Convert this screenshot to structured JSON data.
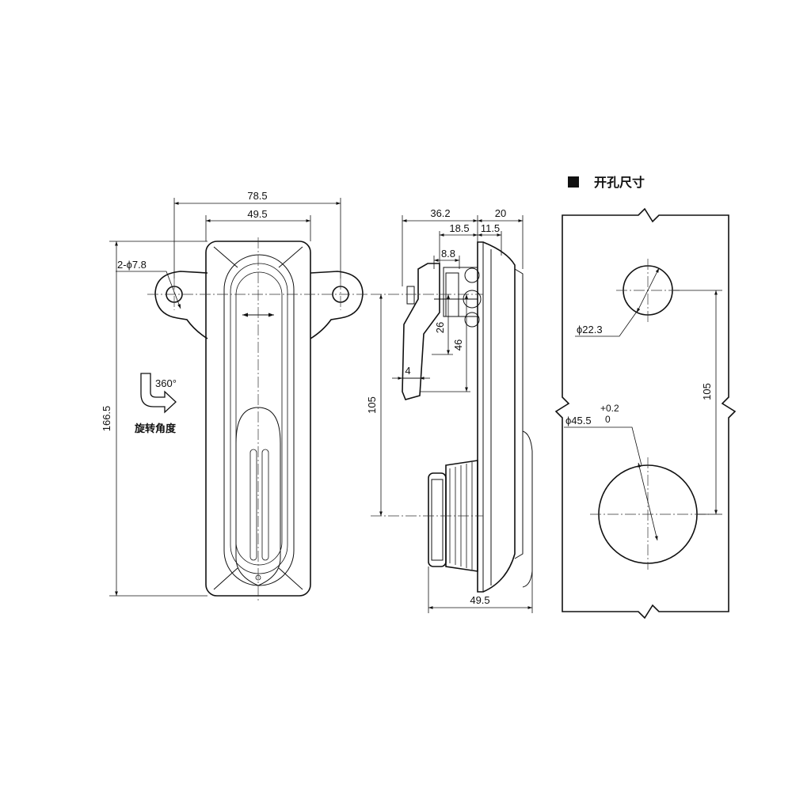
{
  "section_title": "开孔尺寸",
  "front_view": {
    "dim_overall_width": "78.5",
    "dim_body_width": "49.5",
    "dim_mount_holes": "2-ϕ7.8",
    "dim_height": "166.5",
    "rotation_angle": "360°",
    "rotation_label": "旋转角度"
  },
  "side_view": {
    "dim_depth": "36.2",
    "dim_flange": "20",
    "dim_18_5": "18.5",
    "dim_11_5": "11.5",
    "dim_8_8": "8.8",
    "dim_26": "26",
    "dim_46": "46",
    "dim_4": "4",
    "dim_105": "105",
    "dim_bottom": "49.5"
  },
  "cutout_view": {
    "small_hole": "ϕ22.3",
    "large_hole": "ϕ45.5",
    "tol_upper": "+0.2",
    "tol_lower": "0",
    "hole_spacing": "105"
  }
}
